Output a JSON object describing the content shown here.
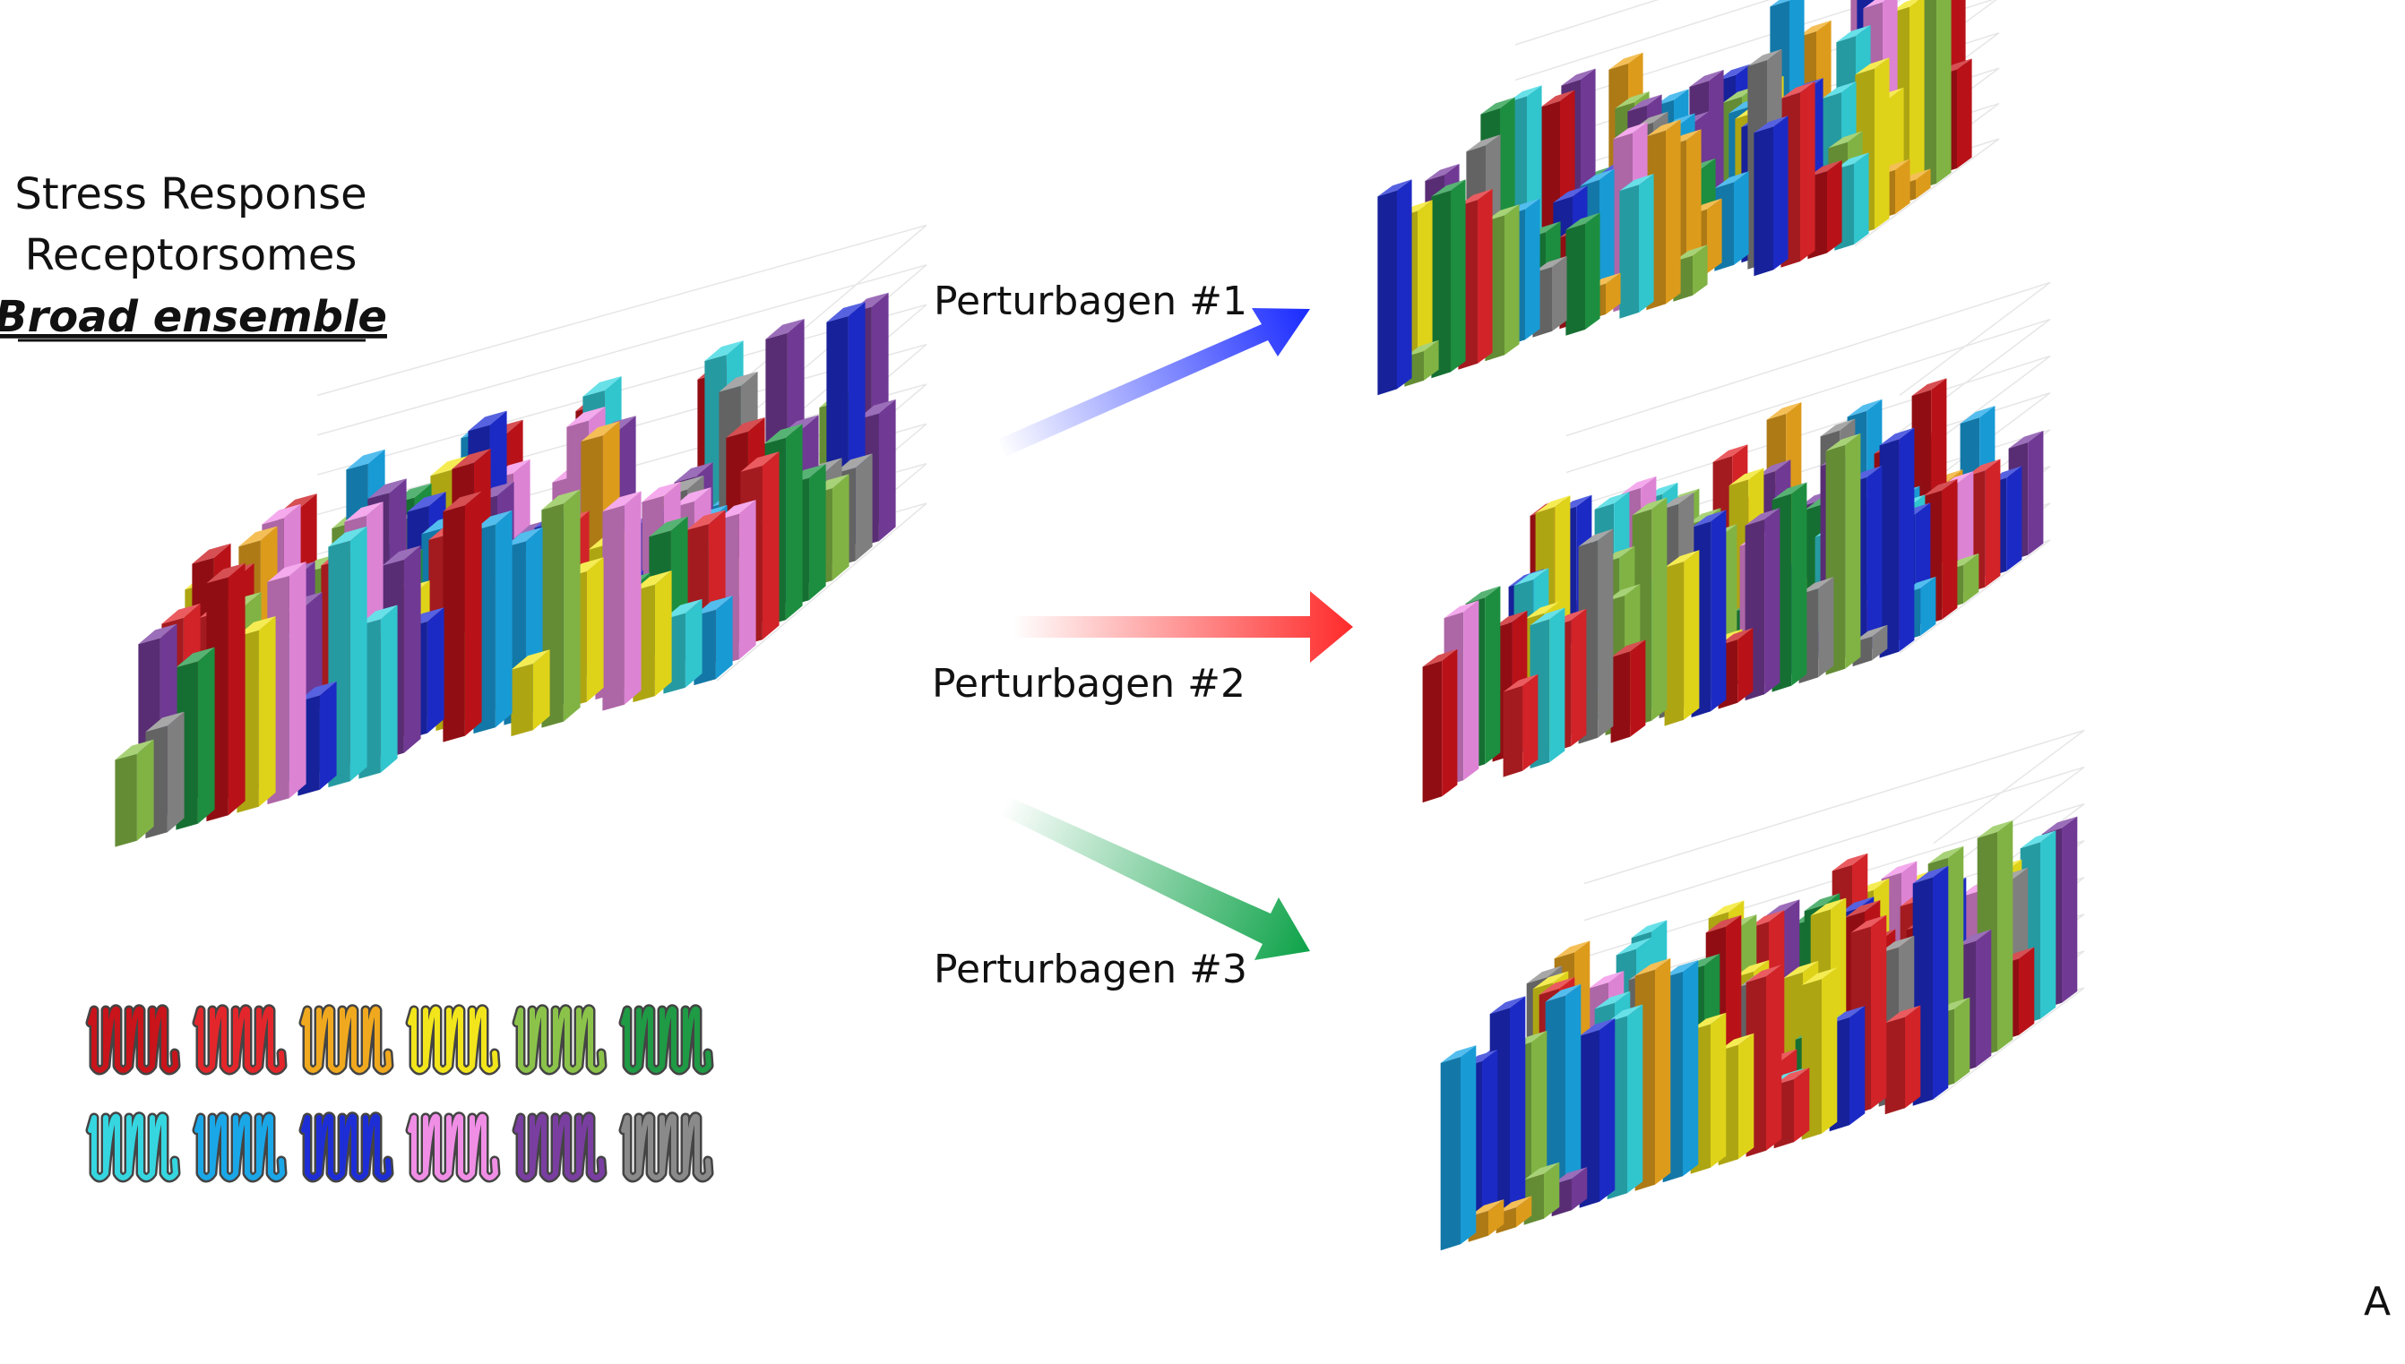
{
  "title": {
    "line1": "Stress Response",
    "line2": "Receptorsomes",
    "subtitle": "Broad ensemble"
  },
  "perturbagens": [
    {
      "label": "Perturbagen #1",
      "color": "#1a2bff"
    },
    {
      "label": "Perturbagen #2",
      "color": "#ff2a2a"
    },
    {
      "label": "Perturbagen #3",
      "color": "#0fa34a"
    }
  ],
  "panel_letter": "A",
  "receptor_colors": [
    "#c8141a",
    "#e3262b",
    "#f0a91e",
    "#f2e51b",
    "#8bc34a",
    "#1f9a45",
    "#35d6e0",
    "#1aa7e8",
    "#1e2ed6",
    "#f08ee6",
    "#7a3ea1",
    "#8a8a8a"
  ],
  "icons": {
    "legend_receptor": "seven-transmembrane-receptor-icon",
    "arrow": "arrow-icon"
  }
}
